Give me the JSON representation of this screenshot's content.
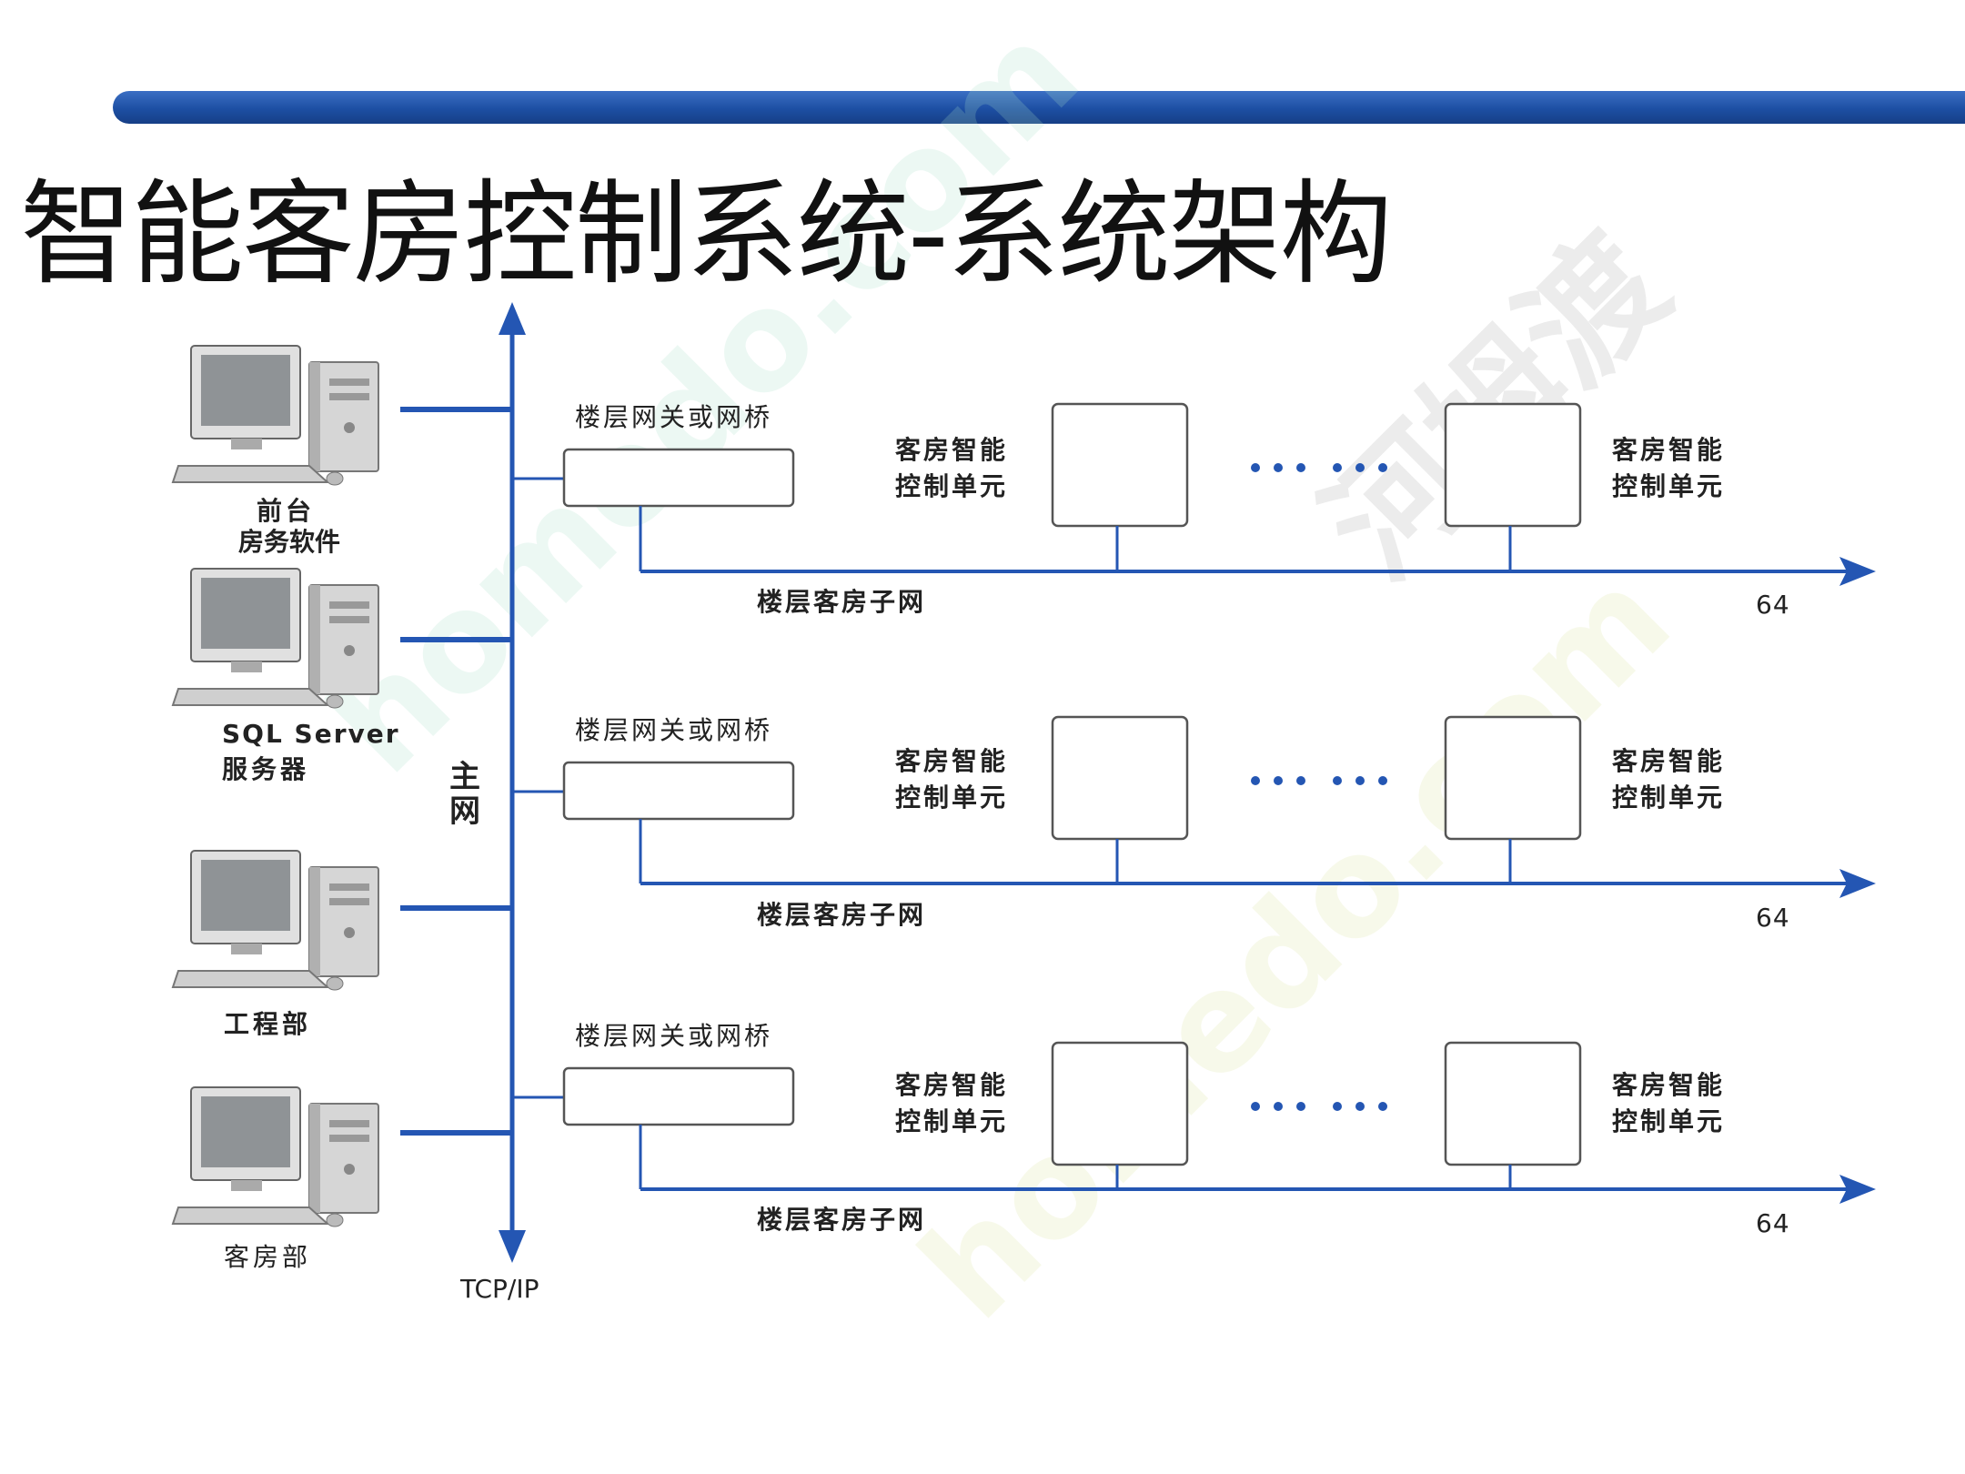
{
  "title": "智能客房控制系统-系统架构",
  "colors": {
    "accent": "#1d4fa3",
    "line": "#2456b3",
    "box_border": "#555555"
  },
  "main_bus": {
    "label": "主网",
    "label_line1": "主",
    "label_line2": "网",
    "protocol": "TCP/IP"
  },
  "workstations": [
    {
      "label_line1": "前台",
      "label_line2": "房务软件",
      "icon": "desktop-computer-icon"
    },
    {
      "label_line1": "SQL Server",
      "label_line2": "服务器",
      "icon": "desktop-computer-icon"
    },
    {
      "label_line1": "工程部",
      "label_line2": "",
      "icon": "desktop-computer-icon"
    },
    {
      "label_line1": "客房部",
      "label_line2": "",
      "icon": "desktop-computer-icon"
    }
  ],
  "floors": [
    {
      "gateway": "楼层网关或网桥",
      "unit_line1": "客房智能",
      "unit_line2": "控制单元",
      "subnet": "楼层客房子网",
      "count": "64",
      "ellipsis": "······"
    },
    {
      "gateway": "楼层网关或网桥",
      "unit_line1": "客房智能",
      "unit_line2": "控制单元",
      "subnet": "楼层客房子网",
      "count": "64",
      "ellipsis": "······"
    },
    {
      "gateway": "楼层网关或网桥",
      "unit_line1": "客房智能",
      "unit_line2": "控制单元",
      "subnet": "楼层客房子网",
      "count": "64",
      "ellipsis": "······"
    }
  ],
  "watermarks": [
    "homedo.com",
    "河姆渡"
  ]
}
